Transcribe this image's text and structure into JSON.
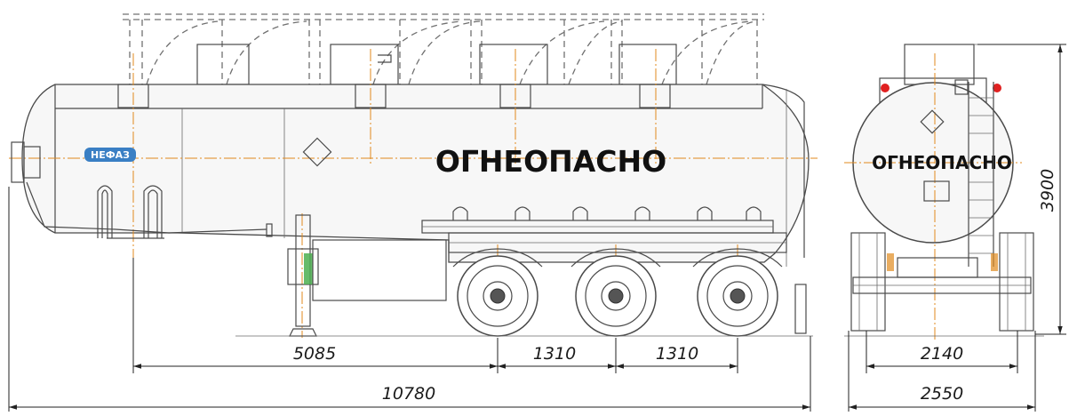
{
  "side_view": {
    "warning_text": "ОГНЕОПАСНО",
    "logo_text": "НЕФАЗ",
    "dimensions": {
      "kingpin_to_axle": "5085",
      "axle_spacing_1": "1310",
      "axle_spacing_2": "1310",
      "overall_length": "10780"
    }
  },
  "rear_view": {
    "warning_text": "ОГНЕОПАСНО",
    "dimensions": {
      "track_width": "2140",
      "overall_width": "2550",
      "overall_height": "3900"
    }
  },
  "colors": {
    "outline": "#4a4a4a",
    "center_line": "#e08a1e",
    "lamp": "#e02020",
    "marker": "#4caf50",
    "logo": "#3a7fc4",
    "dimension": "#222222"
  }
}
